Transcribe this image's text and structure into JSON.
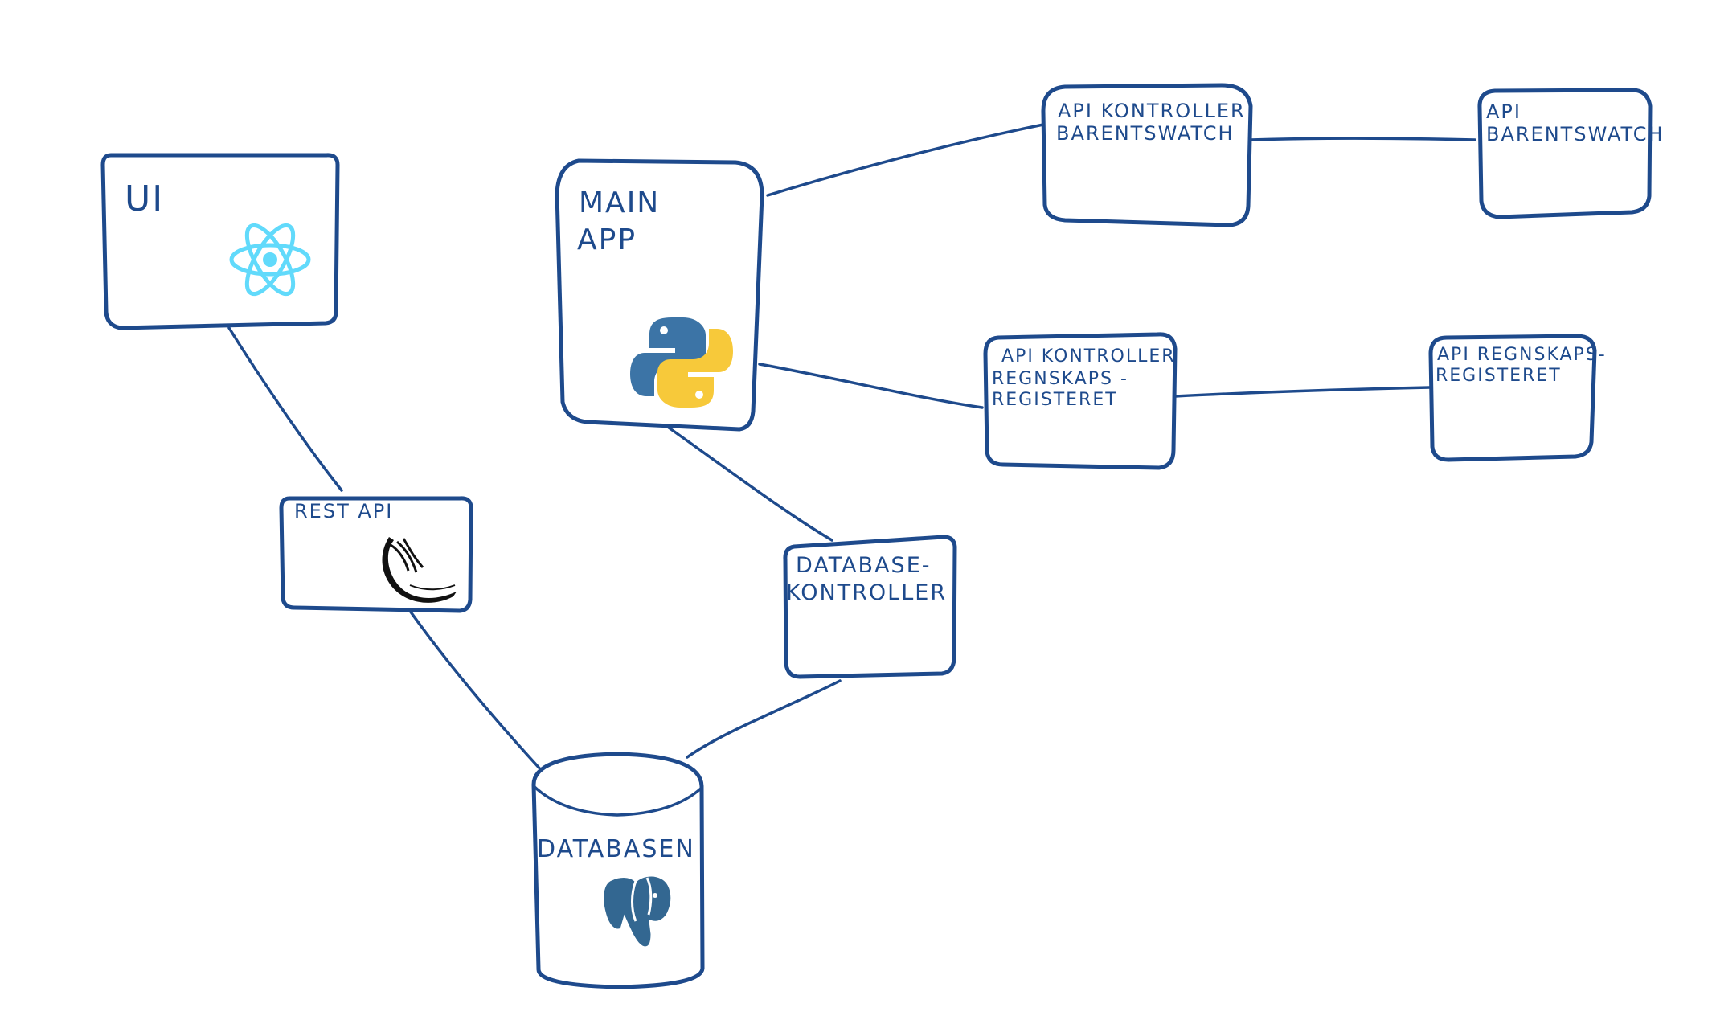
{
  "colors": {
    "ink": "#1e4a8c",
    "react": "#61dafb",
    "python_blue": "#3c74a6",
    "python_yellow": "#f7c93a",
    "postgres": "#336791",
    "flask": "#111111"
  },
  "nodes": {
    "ui": {
      "lines": [
        "UI"
      ],
      "icon": "react-icon"
    },
    "main_app": {
      "lines": [
        "MAIN",
        "APP"
      ],
      "icon": "python-icon"
    },
    "rest_api": {
      "lines": [
        "REST API"
      ],
      "icon": "flask-icon"
    },
    "db_kontroller": {
      "lines": [
        "DATABASE-",
        "KONTROLLER"
      ]
    },
    "databasen": {
      "lines": [
        "DATABASEN"
      ],
      "icon": "postgres-icon"
    },
    "api_kontroller_bw": {
      "lines": [
        "API KONTROLLER",
        "BARENTSWATCH"
      ]
    },
    "api_bw": {
      "lines": [
        "API",
        "BARENTSWATCH"
      ]
    },
    "api_kontroller_rr": {
      "lines": [
        "API KONTROLLER",
        "REGNSKAPS -",
        "REGISTERET"
      ]
    },
    "api_rr": {
      "lines": [
        "API REGNSKAPS-",
        "REGISTERET"
      ]
    }
  }
}
